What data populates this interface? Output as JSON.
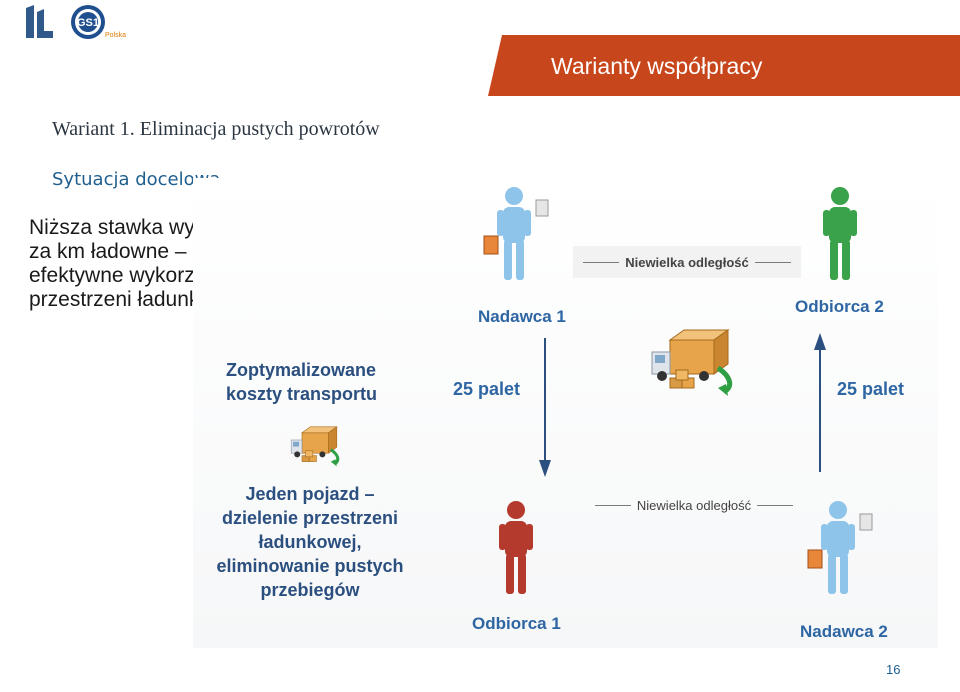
{
  "header": {
    "title": "Warianty współpracy"
  },
  "logos": {
    "il_icon": "il-logo-icon",
    "gs1_text": "GS1",
    "gs1_sub": "Polska"
  },
  "slide": {
    "subtitle": "Wariant 1. Eliminacja pustych powrotów",
    "section": "Sytuacja docelowa",
    "body_lines": [
      "Niższa stawka wyłącznie",
      "za km ładowne –",
      "efektywne wykorzystanie",
      "przestrzeni ładunkowej"
    ]
  },
  "diagram": {
    "optimized_costs": [
      "Zoptymalizowane",
      "koszty transportu"
    ],
    "one_vehicle": [
      "Jeden pojazd –",
      "dzielenie przestrzeni",
      "ładunkowej,",
      "eliminowanie pustych",
      "przebiegów"
    ],
    "nadawca1": "Nadawca 1",
    "odbiorca2": "Odbiorca 2",
    "odbiorca1": "Odbiorca 1",
    "nadawca2": "Nadawca 2",
    "pallets_left": "25 palet",
    "pallets_right": "25 palet",
    "distance_top": "Niewielka odległość",
    "distance_bottom": "Niewielka odległość"
  },
  "colors": {
    "accent": "#c8461b",
    "person_blue": "#8fc4ea",
    "person_green": "#3aa24a",
    "person_red": "#b53a2e",
    "label_blue": "#2e66a3"
  },
  "page_number": "16"
}
